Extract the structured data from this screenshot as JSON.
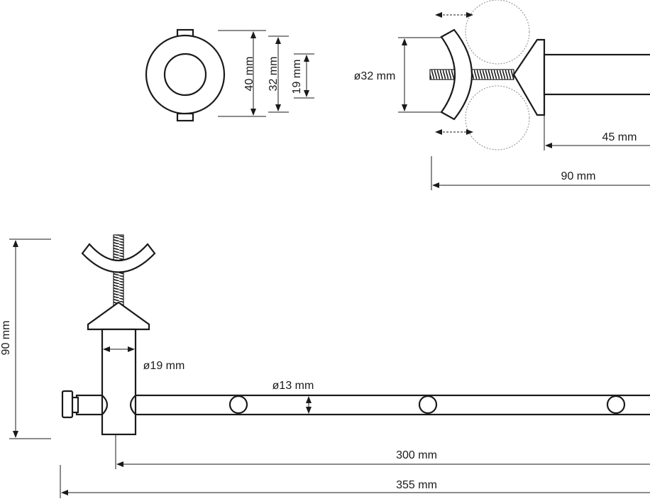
{
  "dimensions": {
    "outer_diameter": "40 mm",
    "mid_diameter": "32 mm",
    "inner_diameter": "19 mm",
    "clamp_diameter": "ø32 mm",
    "flange_to_end": "45 mm",
    "side_depth": "90 mm",
    "height": "90 mm",
    "post_diameter": "ø19 mm",
    "rod_diameter": "ø13 mm",
    "rod_length": "300 mm",
    "overall_length": "355 mm"
  },
  "colors": {
    "line": "#1a1a1a",
    "ghost": "#888888",
    "background": "#ffffff"
  }
}
